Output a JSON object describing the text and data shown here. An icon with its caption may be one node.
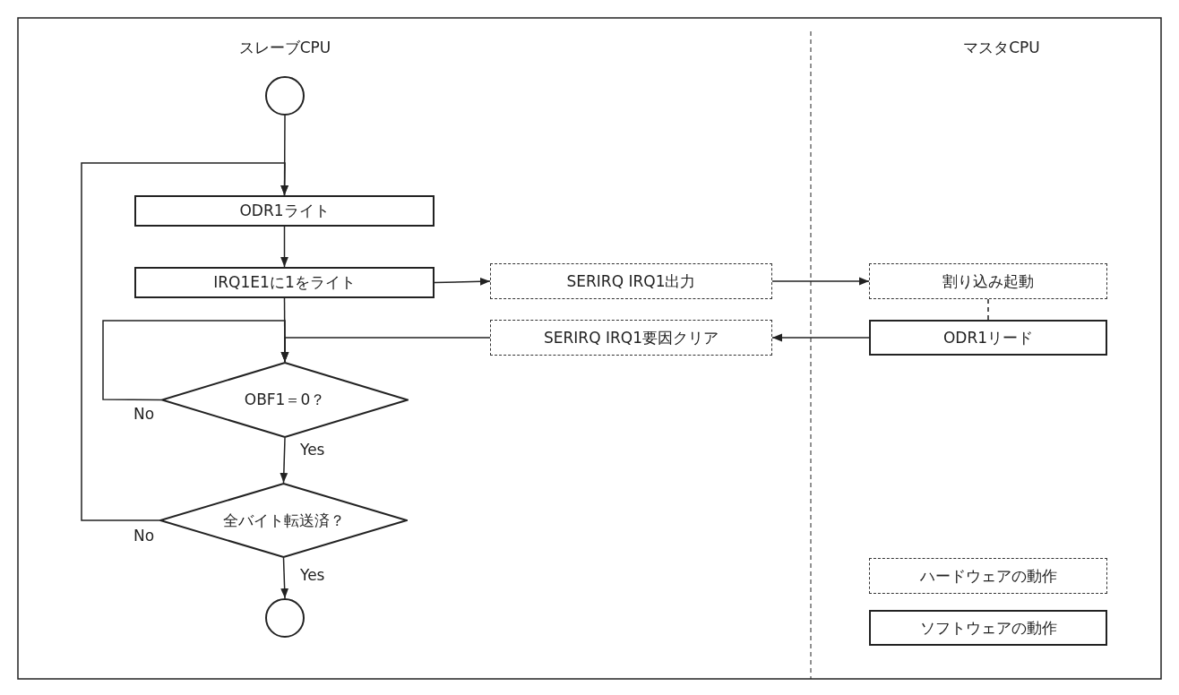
{
  "diagram": {
    "nodes": [
      {
        "text": [],
        "shape": "circle"
      },
      {
        "text": [
          "ODR1ライト"
        ]
      },
      {
        "text": [
          "IRQ1E1に1をライト"
        ]
      },
      {
        "text": [
          "SERIRQ IRQ1出力"
        ]
      },
      {
        "text": [
          "割り込み起動"
        ]
      },
      {
        "text": [
          "SERIRQ IRQ1要因クリア"
        ]
      },
      {
        "text": [
          "ODR1リード"
        ]
      },
      {
        "text": [
          "OBF1＝0？"
        ]
      },
      {
        "text": [
          "全バイト転送済？"
        ]
      },
      {
        "text": [],
        "shape": "circle"
      }
    ],
    "edges": [
      {
        "from": 0,
        "to": 1,
        "arrow": "to"
      },
      {
        "from": 1,
        "to": 2,
        "arrow": "to"
      },
      {
        "from": 2,
        "to": 7,
        "arrow": "to"
      },
      {
        "from": 2,
        "to": 3,
        "arrow": "to"
      },
      {
        "from": 3,
        "to": 4,
        "arrow": "to"
      },
      {
        "from": 4,
        "to": 6,
        "arrow": "none",
        "style": "dashed"
      },
      {
        "from": 6,
        "to": 5,
        "arrow": "to"
      },
      {
        "from": 5,
        "to": 7,
        "arrow": "to"
      },
      {
        "from": 7,
        "to": 7,
        "arrow": "to",
        "label": "No"
      },
      {
        "from": 7,
        "to": 8,
        "arrow": "to",
        "label": "Yes"
      },
      {
        "from": 8,
        "to": 1,
        "arrow": "to",
        "label": "No"
      },
      {
        "from": 8,
        "to": 9,
        "arrow": "to",
        "label": "Yes"
      }
    ],
    "labels": [
      "スレーブCPU",
      "マスタCPU"
    ],
    "legend": [
      {
        "text": "ハードウェアの動作"
      },
      {
        "text": "ソフトウェアの動作"
      }
    ]
  }
}
